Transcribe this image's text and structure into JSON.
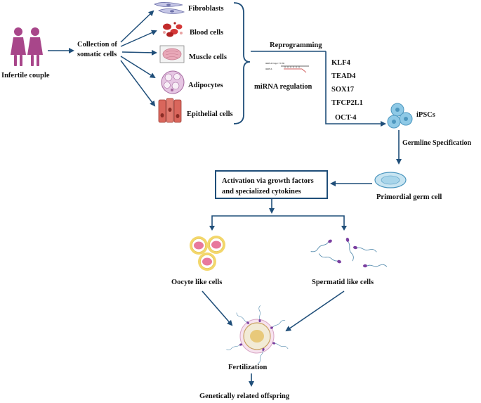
{
  "labels": {
    "infertile_couple": "Infertile couple",
    "collection_line1": "Collection of",
    "collection_line2": "somatic cells",
    "reprogramming": "Reprogramming",
    "mirna_regulation": "miRNA regulation",
    "ipscs": "iPSCs",
    "germline_specification": "Germline Specification",
    "activation_line1": "Activation via growth factors",
    "activation_line2": "and specialized cytokines",
    "primordial_germ_cell": "Primordial germ cell",
    "oocyte_like_cells": "Oocyte like cells",
    "spermatid_like_cells": "Spermatid like cells",
    "fertilization": "Fertilization",
    "offspring": "Genetically related offspring"
  },
  "somatic_cells": [
    "Fibroblasts",
    "Blood cells",
    "Muscle cells",
    "Adipocytes",
    "Epithelial cells"
  ],
  "factors": [
    "KLF4",
    "TEAD4",
    "SOX17",
    "TFCP2L1",
    "OCT-4"
  ],
  "mirna_icon_text": {
    "target_line": "miRNA Target   3' UTR",
    "mirna_label": "miRNA"
  },
  "colors": {
    "arrow": "#1f4e79",
    "person": "#a8468a",
    "ipsc": "#8ec9e6",
    "oocyte": "#e8789c",
    "oocyte_halo": "#f3d76b",
    "sperm_head": "#7a3fa0",
    "box_border": "#1f4e79"
  },
  "icons": [
    "person-female-icon",
    "fibroblast-icon",
    "blood-cells-icon",
    "muscle-cell-icon",
    "adipocyte-icon",
    "epithelial-cell-icon",
    "mirna-icon",
    "ipsc-cluster-icon",
    "primordial-germ-cell-icon",
    "oocyte-icon",
    "sperm-icon",
    "fertilization-icon"
  ]
}
